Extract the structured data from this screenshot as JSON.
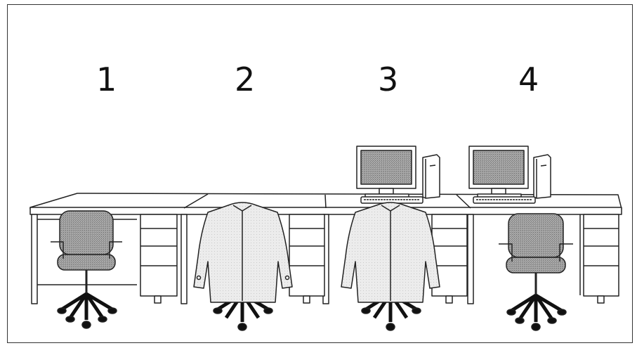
{
  "workstations": [
    {
      "number": "1",
      "monitor": false,
      "coat": false
    },
    {
      "number": "2",
      "monitor": false,
      "coat": true
    },
    {
      "number": "3",
      "monitor": true,
      "coat": true
    },
    {
      "number": "4",
      "monitor": true,
      "coat": false
    }
  ],
  "colors": {
    "line": "#222222",
    "fill_gray": "#9a9a9a",
    "screen": "#8c8c8c",
    "coat": "#e8e8e8"
  }
}
